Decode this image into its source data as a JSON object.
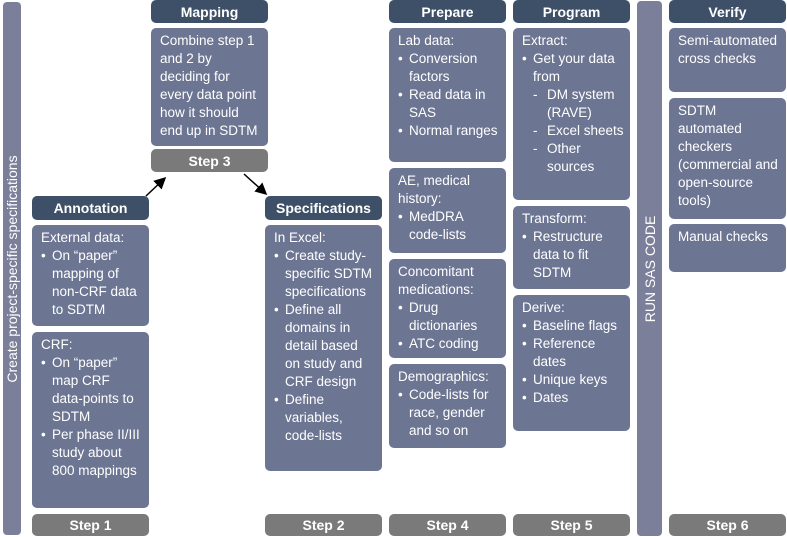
{
  "sidebar_left": "Create project-specific specifications",
  "sidebar_run": "RUN SAS CODE",
  "headers": {
    "mapping": "Mapping",
    "annotation": "Annotation",
    "specifications": "Specifications",
    "prepare": "Prepare",
    "program": "Program",
    "verify": "Verify"
  },
  "steps": {
    "step1": "Step 1",
    "step2": "Step 2",
    "step3": "Step 3",
    "step4": "Step 4",
    "step5": "Step 5",
    "step6": "Step 6"
  },
  "mapping_text": "Combine step 1 and 2 by deciding for every data point how it should end up in SDTM",
  "annotation_cards": {
    "external": {
      "title": "External data:",
      "items": [
        "On “paper” mapping of non-CRF data to SDTM"
      ]
    },
    "crf": {
      "title": "CRF:",
      "items": [
        "On “paper” map CRF data-points to SDTM",
        "Per phase II/III study about 800 mappings"
      ]
    }
  },
  "specifications_card": {
    "title": "In Excel:",
    "items": [
      "Create study-specific SDTM specifications",
      "Define all domains in detail based on study and CRF design",
      "Define variables, code-lists"
    ]
  },
  "prepare_cards": {
    "lab": {
      "title": "Lab data:",
      "items": [
        "Conversion factors",
        "Read data in SAS",
        "Normal ranges"
      ]
    },
    "ae": {
      "title": "AE, medical history:",
      "items": [
        "MedDRA code-lists"
      ]
    },
    "conmed": {
      "title": "Concomitant medications:",
      "items": [
        "Drug dictionaries",
        "ATC coding"
      ]
    },
    "demo": {
      "title": "Demographics:",
      "items": [
        "Code-lists for race, gender and so on"
      ]
    }
  },
  "program_cards": {
    "extract": {
      "title": "Extract:",
      "item": "Get your data from",
      "subitems": [
        "DM system (RAVE)",
        "Excel sheets",
        "Other sources"
      ]
    },
    "transform": {
      "title": "Transform:",
      "items": [
        "Restructure data to fit SDTM"
      ]
    },
    "derive": {
      "title": "Derive:",
      "items": [
        "Baseline flags",
        "Reference dates",
        "Unique keys",
        "Dates"
      ]
    }
  },
  "verify_cards": {
    "semi": "Semi-automated cross checks",
    "sdtm": "SDTM automated checkers (commercial and open-source tools)",
    "manual": "Manual checks"
  }
}
